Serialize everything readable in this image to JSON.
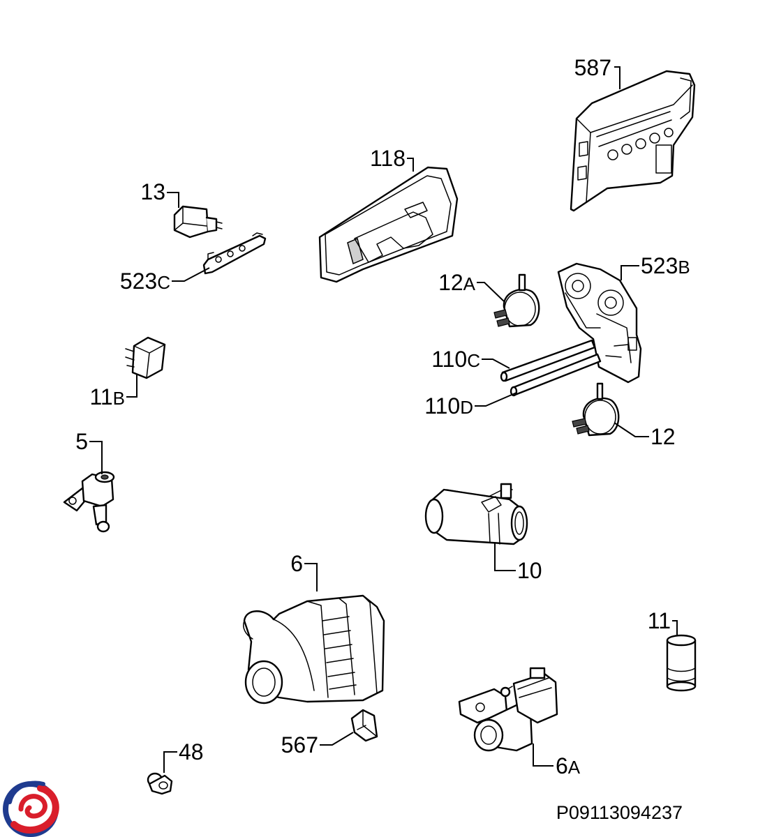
{
  "drawing_code": "P09113094237",
  "brand_icon": "circular-swirl-logo-icon",
  "colors": {
    "logo_blue": "#1f3b8f",
    "logo_red": "#d91e2b",
    "line": "#000000"
  },
  "parts": [
    {
      "id": "587",
      "num": "587",
      "suffix": "",
      "item": "electronic-module"
    },
    {
      "id": "118",
      "num": "118",
      "suffix": "",
      "item": "control-panel-housing"
    },
    {
      "id": "13",
      "num": "13",
      "suffix": "",
      "item": "switch"
    },
    {
      "id": "523C",
      "num": "523",
      "suffix": "C",
      "item": "bracket"
    },
    {
      "id": "12A",
      "num": "12",
      "suffix": "A",
      "item": "pressure-switch"
    },
    {
      "id": "523B",
      "num": "523",
      "suffix": "B",
      "item": "pressure-switch-support"
    },
    {
      "id": "110C",
      "num": "110",
      "suffix": "C",
      "item": "hose"
    },
    {
      "id": "110D",
      "num": "110",
      "suffix": "D",
      "item": "hose"
    },
    {
      "id": "11B",
      "num": "11",
      "suffix": "B",
      "item": "relay"
    },
    {
      "id": "12",
      "num": "12",
      "suffix": "",
      "item": "pressure-switch"
    },
    {
      "id": "5",
      "num": "5",
      "suffix": "",
      "item": "solenoid-valve"
    },
    {
      "id": "10",
      "num": "10",
      "suffix": "",
      "item": "heater"
    },
    {
      "id": "6",
      "num": "6",
      "suffix": "",
      "item": "circulation-pump"
    },
    {
      "id": "11",
      "num": "11",
      "suffix": "",
      "item": "capacitor"
    },
    {
      "id": "567",
      "num": "567",
      "suffix": "",
      "item": "clip"
    },
    {
      "id": "6A",
      "num": "6",
      "suffix": "A",
      "item": "drain-pump"
    },
    {
      "id": "48",
      "num": "48",
      "suffix": "",
      "item": "plug"
    }
  ]
}
